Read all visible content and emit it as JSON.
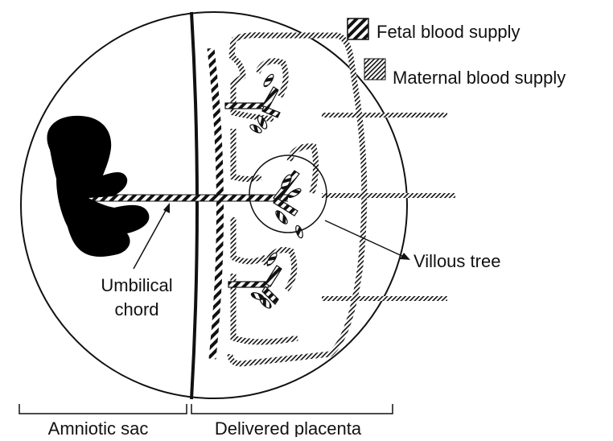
{
  "legend": {
    "fetal_label": "Fetal blood supply",
    "maternal_label": "Maternal blood supply"
  },
  "labels": {
    "villous_tree": "Villous tree",
    "umbilical_line1": "Umbilical",
    "umbilical_line2": "chord",
    "amniotic_sac": "Amniotic sac",
    "delivered_placenta": "Delivered placenta"
  },
  "colors": {
    "ink": "#111111",
    "background": "#ffffff"
  }
}
